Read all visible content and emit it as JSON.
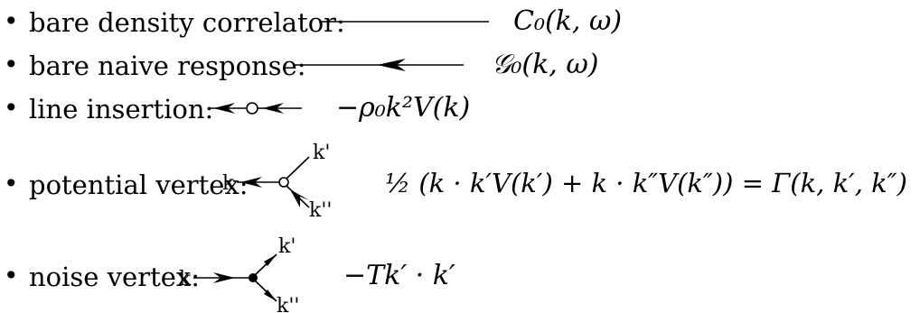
{
  "rows": [
    {
      "label": "bare density correlator:",
      "expr": "C₀(k, ω)"
    },
    {
      "label": "bare naive response:",
      "expr": "𝒢₀(k, ω)"
    },
    {
      "label": "line insertion:",
      "expr": "−ρ₀k²V(k)"
    },
    {
      "label": "potential vertex:",
      "expr": "½ (k · k′V(k′) + k · k″V(k″)) = Γ(k, k′, k″)",
      "leg_labels": {
        "in": "k",
        "out1": "k'",
        "out2": "k''"
      }
    },
    {
      "label": "noise vertex:",
      "expr": "−Tk′ · k′",
      "leg_labels": {
        "in": "k",
        "out1": "k'",
        "out2": "k''"
      }
    }
  ]
}
